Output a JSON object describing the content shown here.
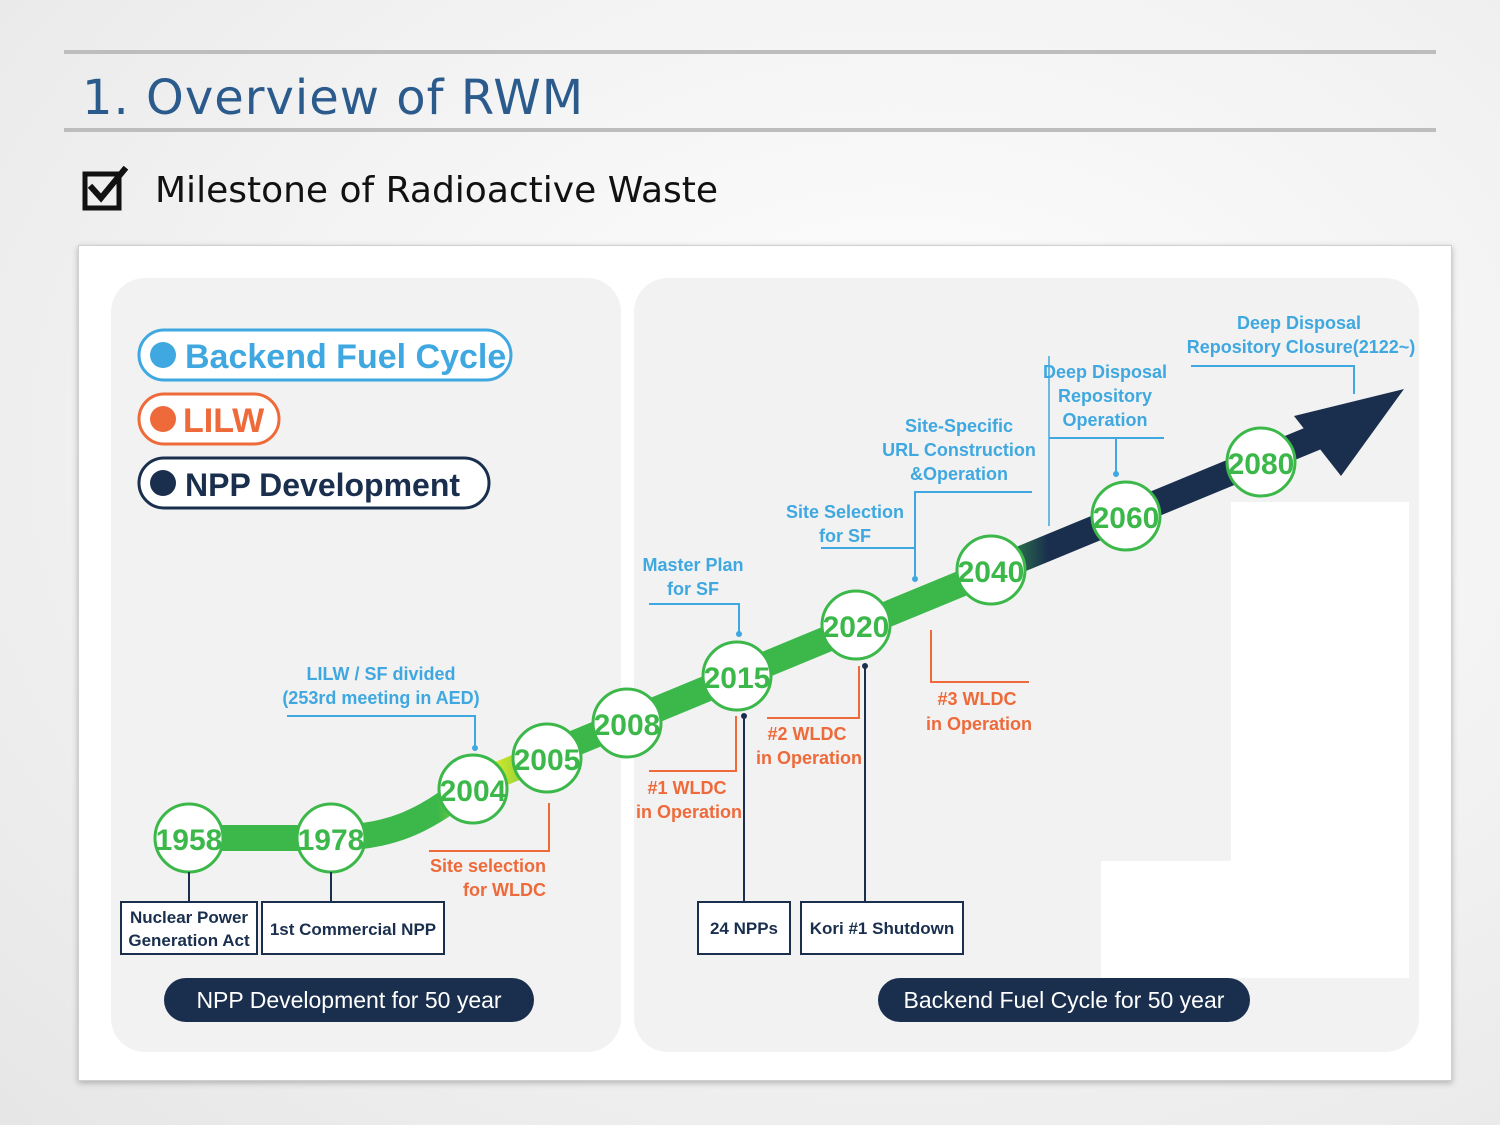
{
  "header": {
    "title": "1. Overview of RWM",
    "subtitle": "Milestone of Radioactive Waste"
  },
  "legend": [
    {
      "label": "Backend Fuel Cycle",
      "color": "#3fa8e0"
    },
    {
      "label": "LILW",
      "color": "#ee6a3a"
    },
    {
      "label": "NPP Development",
      "color": "#1a2f4e"
    }
  ],
  "years": [
    "1958",
    "1978",
    "2004",
    "2005",
    "2008",
    "2015",
    "2020",
    "2040",
    "2060",
    "2080"
  ],
  "annotations": {
    "deep_disposal_closure": [
      "Deep Disposal",
      "Repository Closure(2122~)"
    ],
    "deep_disposal_operation": [
      "Deep Disposal",
      "Repository",
      "Operation"
    ],
    "site_specific_url": [
      "Site-Specific",
      "URL Construction",
      "&Operation"
    ],
    "site_selection_sf": [
      "Site Selection",
      "for SF"
    ],
    "master_plan_sf": [
      "Master Plan",
      "for SF"
    ],
    "lilw_sf_divided": [
      "LILW / SF divided",
      "(253rd meeting in AED)"
    ],
    "site_selection_wldc": [
      "Site selection",
      "for WLDC"
    ],
    "wldc1": [
      "#1 WLDC",
      "in Operation"
    ],
    "wldc2": [
      "#2 WLDC",
      "in Operation"
    ],
    "wldc3": [
      "#3 WLDC",
      "in Operation"
    ]
  },
  "boxes": {
    "nuclear_power_act": [
      "Nuclear Power",
      "Generation Act"
    ],
    "first_commercial_npp": "1st Commercial NPP",
    "npps_24": "24 NPPs",
    "kori_shutdown": "Kori #1 Shutdown"
  },
  "panels": {
    "left_caption": "NPP Development for 50 year",
    "right_caption": "Backend Fuel Cycle for 50 year"
  },
  "colors": {
    "title": "#2b5b8c",
    "backend": "#3fa8e0",
    "lilw": "#ee6a3a",
    "npp": "#1a2f4e",
    "green": "#3cb84a"
  }
}
